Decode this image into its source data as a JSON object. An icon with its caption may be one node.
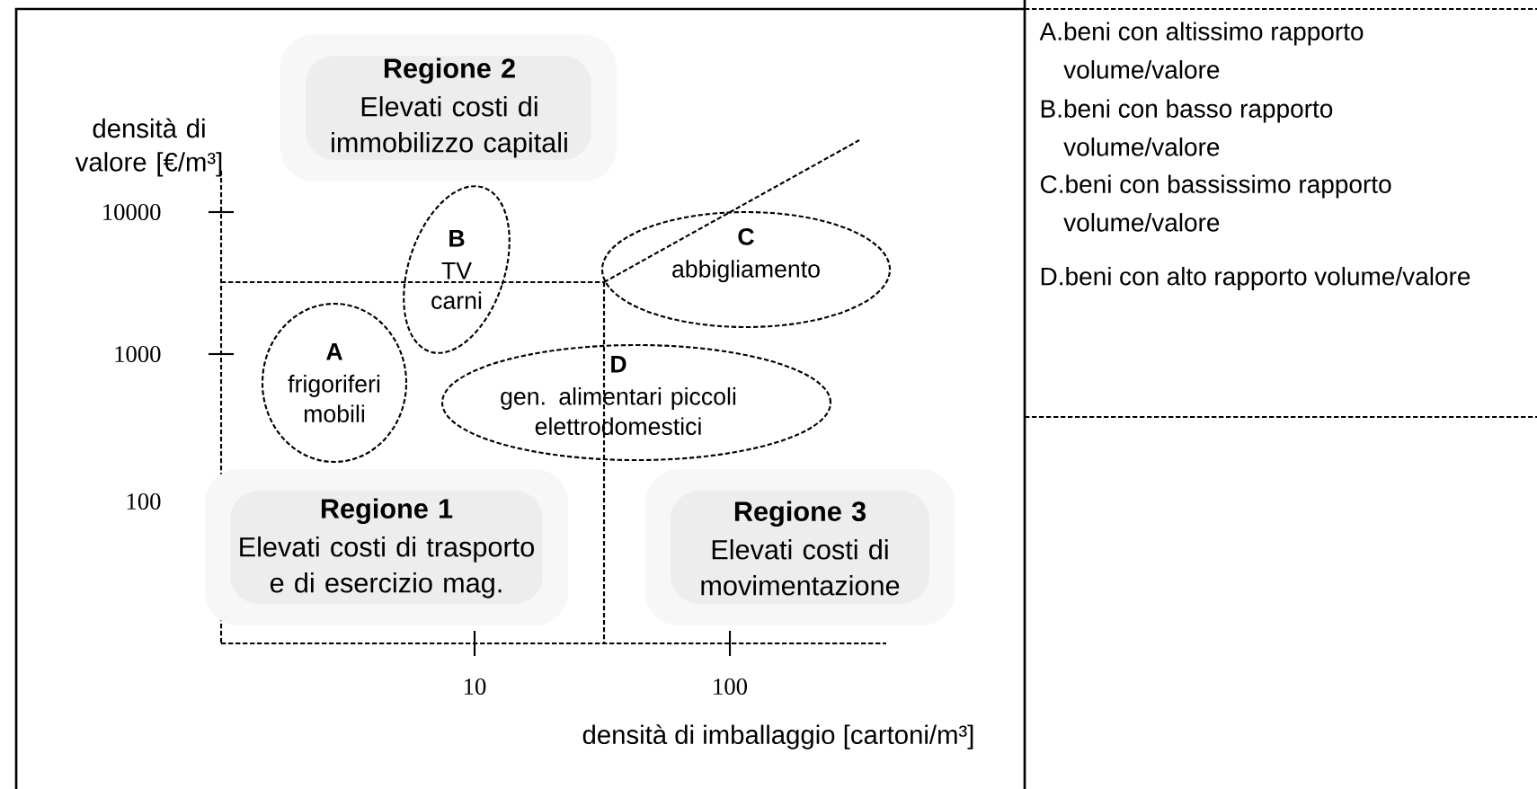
{
  "diagram": {
    "nodes": [
      {
        "text": [
          "Regione 2",
          "Elevati costi di immobilizzo capitali"
        ]
      },
      {
        "text": [
          "B",
          "TV carni"
        ]
      },
      {
        "text": [
          "C",
          "abbigliamento"
        ]
      },
      {
        "text": [
          "A",
          "frigoriferi mobili"
        ]
      },
      {
        "text": [
          "D",
          "gen. alimentari piccoli elettrodomestici"
        ]
      },
      {
        "text": [
          "Regione 1",
          "Elevati costi di trasporto e di esercizio mag."
        ]
      },
      {
        "text": [
          "Regione 3",
          "Elevati costi di movimentazione"
        ]
      }
    ],
    "labels": [
      "densità di valore [€/m³]",
      "10000",
      "1000",
      "100",
      "10",
      "100",
      "densità di imballaggio [cartoni/m³]",
      "A.beni con altissimo rapporto volume/valore",
      "B.beni con basso rapporto volume/valore",
      "C.beni con bassissimo rapporto volume/valore",
      "D.beni con alto rapporto volume/valore"
    ]
  }
}
